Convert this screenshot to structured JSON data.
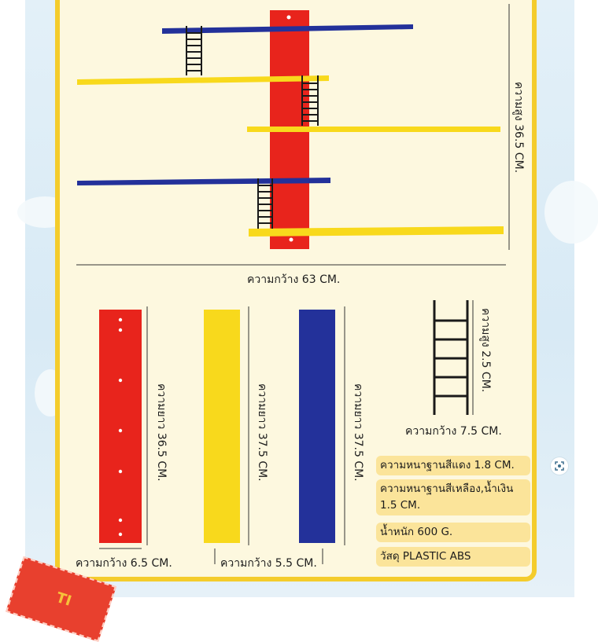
{
  "colors": {
    "red": "#e8241c",
    "yellow": "#f8d91c",
    "blue": "#23319a",
    "black": "#1a1a1a",
    "card_bg": "#fdf8df",
    "card_border": "#f4cc2c",
    "spec_bg": "#fbe49a"
  },
  "assembled": {
    "height_label": "ความสูง 36.5 CM.",
    "width_label": "ความกว้าง 63 CM."
  },
  "parts": {
    "red_panel": {
      "length_label": "ความยาว 36.5 CM.",
      "width_label": "ความกว้าง 6.5 CM."
    },
    "yellow_panel": {
      "length_label": "ความยาว 37.5 CM."
    },
    "blue_panel": {
      "length_label": "ความยาว 37.5 CM."
    },
    "yellow_blue_width_label": "ความกว้าง 5.5 CM.",
    "ladder": {
      "height_label": "ความสูง 2.5 CM.",
      "width_label": "ความกว้าง 7.5 CM."
    }
  },
  "specs": {
    "red_thickness": "ความหนาฐานสีแดง 1.8 CM.",
    "yb_thickness_line1": "ความหนาฐานสีเหลือง,น้ำเงิน",
    "yb_thickness_line2": "1.5 CM.",
    "weight": "น้ำหนัก 600 G.",
    "material": "วัสดุ PLASTIC ABS"
  },
  "ticket_text": "TI"
}
